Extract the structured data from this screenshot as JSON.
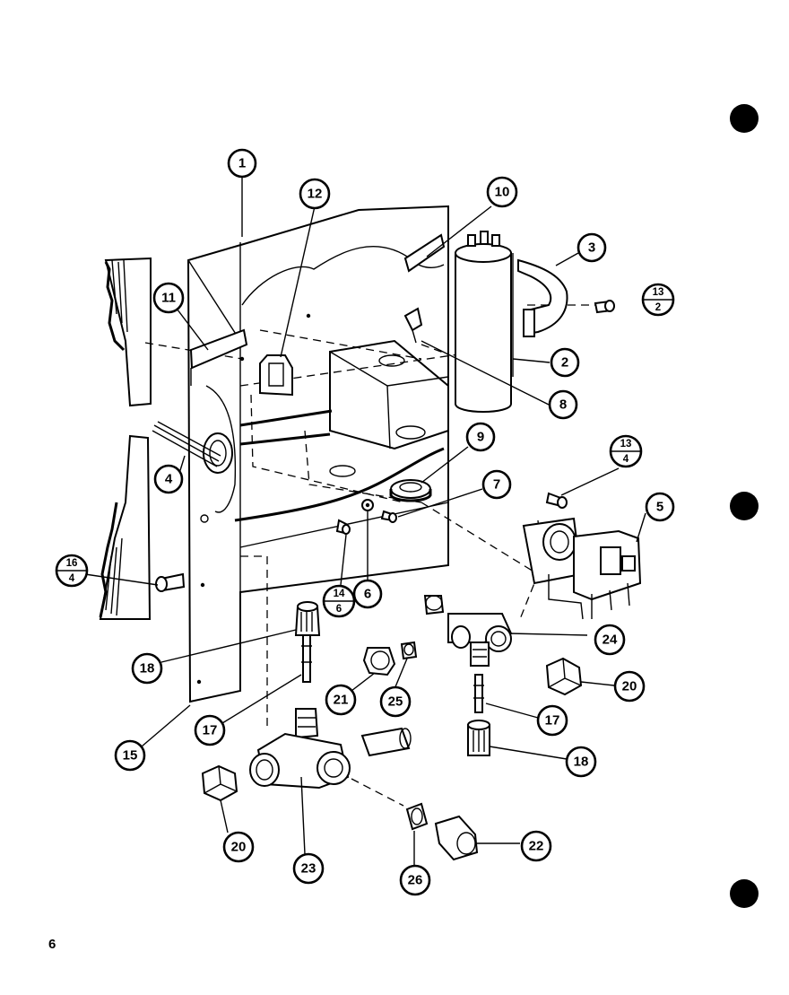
{
  "page_number": "6",
  "callouts": [
    {
      "id": "c1",
      "label": "1"
    },
    {
      "id": "c2",
      "label": "2"
    },
    {
      "id": "c3",
      "label": "3"
    },
    {
      "id": "c4",
      "label": "4"
    },
    {
      "id": "c5",
      "label": "5"
    },
    {
      "id": "c6",
      "label": "6"
    },
    {
      "id": "c7",
      "label": "7"
    },
    {
      "id": "c8",
      "label": "8"
    },
    {
      "id": "c9",
      "label": "9"
    },
    {
      "id": "c10",
      "label": "10"
    },
    {
      "id": "c11",
      "label": "11"
    },
    {
      "id": "c12",
      "label": "12"
    },
    {
      "id": "c15",
      "label": "15"
    },
    {
      "id": "c18a",
      "label": "18"
    },
    {
      "id": "c18b",
      "label": "18"
    },
    {
      "id": "c17a",
      "label": "17"
    },
    {
      "id": "c17b",
      "label": "17"
    },
    {
      "id": "c20a",
      "label": "20"
    },
    {
      "id": "c20b",
      "label": "20"
    },
    {
      "id": "c21",
      "label": "21"
    },
    {
      "id": "c22",
      "label": "22"
    },
    {
      "id": "c23",
      "label": "23"
    },
    {
      "id": "c24",
      "label": "24"
    },
    {
      "id": "c25",
      "label": "25"
    },
    {
      "id": "c26",
      "label": "26"
    }
  ],
  "fraction_callouts": [
    {
      "id": "f13_2",
      "top": "13",
      "bottom": "2"
    },
    {
      "id": "f13_4",
      "top": "13",
      "bottom": "4"
    },
    {
      "id": "f14_6",
      "top": "14",
      "bottom": "6"
    },
    {
      "id": "f16_4",
      "top": "16",
      "bottom": "4"
    }
  ]
}
